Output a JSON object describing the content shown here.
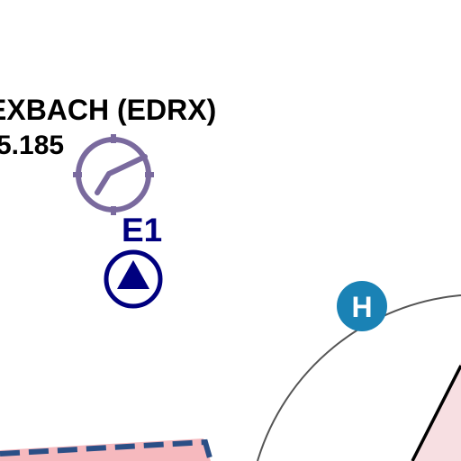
{
  "airfield": {
    "name": "EXBACH (EDRX)",
    "frequency": "5.185",
    "symbol": "airfield-runway-symbol",
    "color": "#7a6a9e"
  },
  "reporting_point": {
    "label": "E1",
    "symbol": "compulsory-reporting-point-triangle",
    "color": "#00007f"
  },
  "heliport": {
    "label": "H",
    "color": "#1a82b5"
  },
  "airspace_boundary": {
    "line_color": "#2b4f86",
    "fill_color": "#f6b9be"
  },
  "restricted_area": {
    "fill_color": "#f7dfe2",
    "border_color": "#000000"
  },
  "compass_rose": {
    "color": "#555555"
  }
}
